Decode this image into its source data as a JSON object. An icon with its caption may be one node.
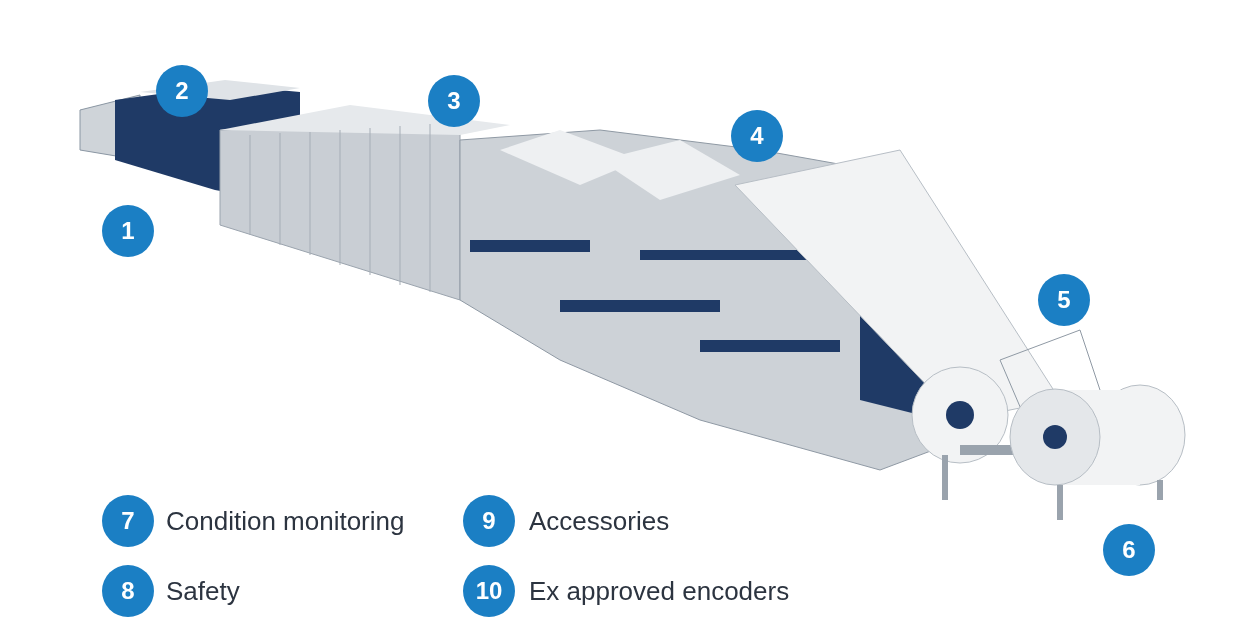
{
  "diagram": {
    "labels": [
      "2",
      "3",
      "4",
      "1",
      "5",
      "7",
      "Condition monitoring",
      "9",
      "Accessories",
      "6",
      "8",
      "Safety",
      "10",
      "Ex approved encoders"
    ]
  }
}
